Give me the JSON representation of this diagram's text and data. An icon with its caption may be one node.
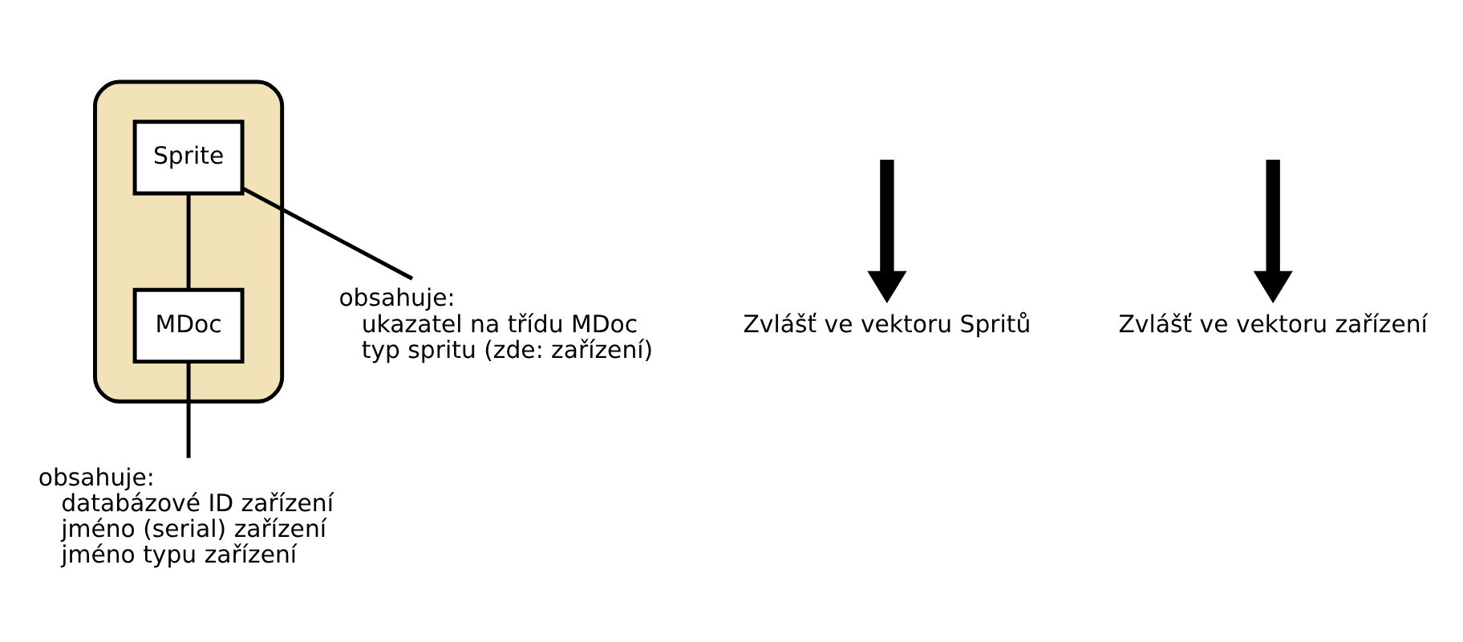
{
  "diagram": {
    "nodes": [
      {
        "text": [],
        "shape": "ellipse"
      },
      {
        "text": [
          "Sprite"
        ],
        "in": 0
      },
      {
        "text": [
          "MDoc"
        ],
        "in": 0
      },
      {
        "text": [
          "obsahuje:",
          "ukazatel na třídu MDoc",
          "typ spritu (zde: zařízení)"
        ]
      },
      {
        "text": [
          "obsahuje:",
          "databázové ID zařízení",
          "jméno (serial) zařízení",
          "jméno typu zařízení"
        ]
      },
      {
        "text": [
          "Zvlášť ve vektoru Spritů"
        ]
      },
      {
        "text": [
          "Zvlášť ve vektoru zařízení"
        ]
      }
    ],
    "edges": [
      {
        "from": 1,
        "to": 2,
        "arrow": "none"
      },
      {
        "from": 1,
        "to": 3,
        "arrow": "none"
      },
      {
        "from": 2,
        "to": 4,
        "arrow": "none"
      },
      {
        "from": null,
        "to": 5,
        "arrow": "to",
        "style": "thick"
      },
      {
        "from": null,
        "to": 6,
        "arrow": "to",
        "style": "thick"
      }
    ]
  }
}
